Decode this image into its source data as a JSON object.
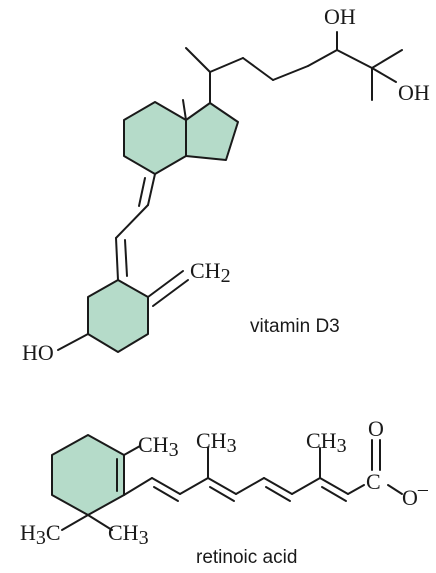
{
  "colors": {
    "ring_fill": "#b5dbc9",
    "line": "#1a1a1a",
    "background": "#ffffff"
  },
  "vitamin_d3": {
    "name": "vitamin D3",
    "labels": {
      "oh_top": "OH",
      "oh_right": "OH",
      "ch2": "CH",
      "ch2_sub": "2",
      "ho": "HO"
    }
  },
  "retinoic_acid": {
    "name": "retinoic acid",
    "labels": {
      "ch3_a": "CH",
      "ch3_a_sub": "3",
      "ch3_b": "CH",
      "ch3_b_sub": "3",
      "ch3_c": "CH",
      "ch3_c_sub": "3",
      "oxygen": "O",
      "carbon": "C",
      "o_minus": "O",
      "minus": "–",
      "h3c": "H",
      "h3c_sub": "3",
      "h3c_c": "C",
      "ch3_d": "CH",
      "ch3_d_sub": "3"
    }
  }
}
